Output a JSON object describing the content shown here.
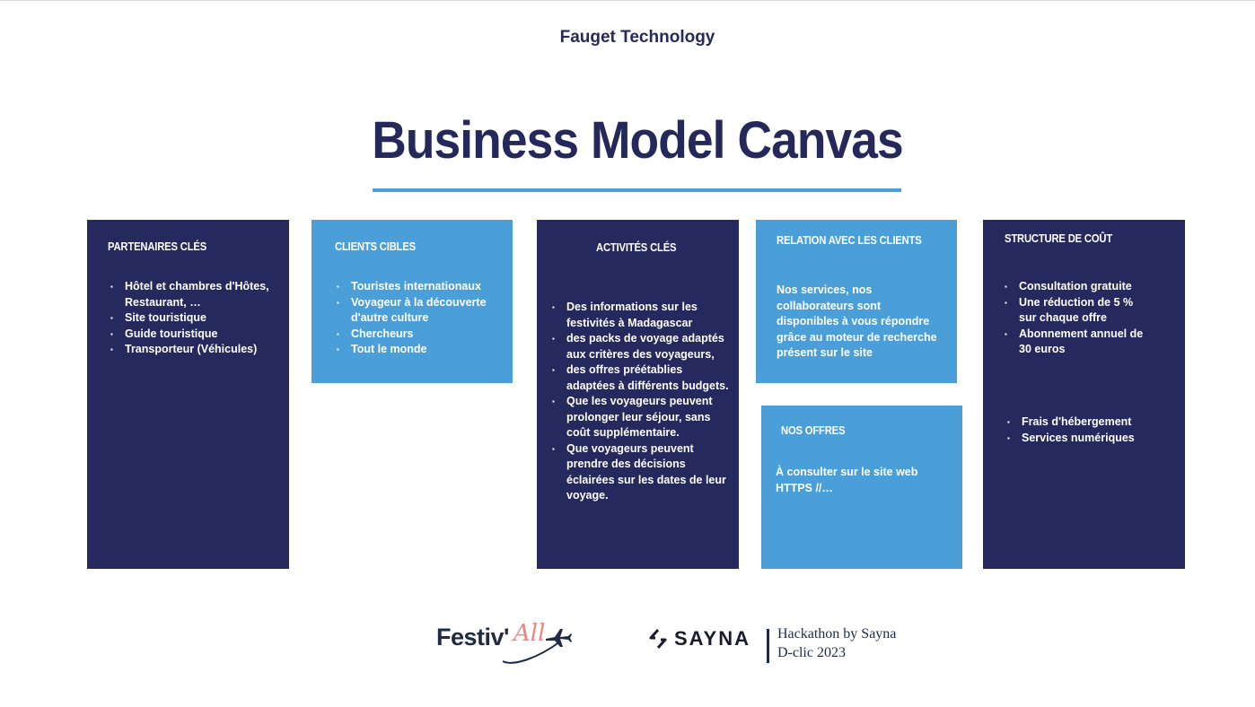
{
  "header": {
    "company": "Fauget Technology",
    "title": "Business Model Canvas"
  },
  "cards": {
    "partners": {
      "title": "PARTENAIRES CLÉS",
      "items": [
        "Hôtel et chambres d'Hôtes, Restaurant, …",
        "Site touristique",
        "Guide touristique",
        "Transporteur (Véhicules)"
      ]
    },
    "clients": {
      "title": "CLIENTS CIBLES",
      "items": [
        "Touristes internationaux",
        "Voyageur à la découverte d'autre culture",
        "Chercheurs",
        "Tout le monde"
      ]
    },
    "activities": {
      "title": "ACTIVITÉS  CLÉS",
      "items": [
        "Des informations sur les festivités à Madagascar",
        "des packs de voyage adaptés aux critères des voyageurs,",
        "des offres préétablies adaptées à différents budgets.",
        "Que les voyageurs peuvent prolonger leur séjour, sans coût supplémentaire.",
        "Que voyageurs peuvent prendre des décisions éclairées sur les dates de leur voyage."
      ]
    },
    "relation": {
      "title": "RELATION AVEC LES CLIENTS",
      "text": "Nos services, nos collaborateurs sont disponibles à vous répondre grâce au moteur de recherche présent sur le site"
    },
    "offers": {
      "title": "NOS OFFRES",
      "text": "À consulter sur le site web HTTPS //…"
    },
    "costs": {
      "title": "STRUCTURE DE COÛT",
      "items": [
        "Consultation gratuite",
        "Une réduction de 5 % sur chaque offre",
        "Abonnement annuel de 30 euros"
      ],
      "items2": [
        "Frais d'hébergement",
        "Services numériques"
      ]
    }
  },
  "footer": {
    "festiv_logo_text": "Festiv'",
    "festiv_logo_script": "All",
    "sayna_logo_text": "SAYNA",
    "hackathon_line1": "Hackathon by Sayna",
    "hackathon_line2": "D-clic 2023"
  },
  "colors": {
    "navy": "#25295d",
    "blue": "#4a9fd8",
    "title": "#24285a",
    "accent_pink": "#e8877f"
  }
}
